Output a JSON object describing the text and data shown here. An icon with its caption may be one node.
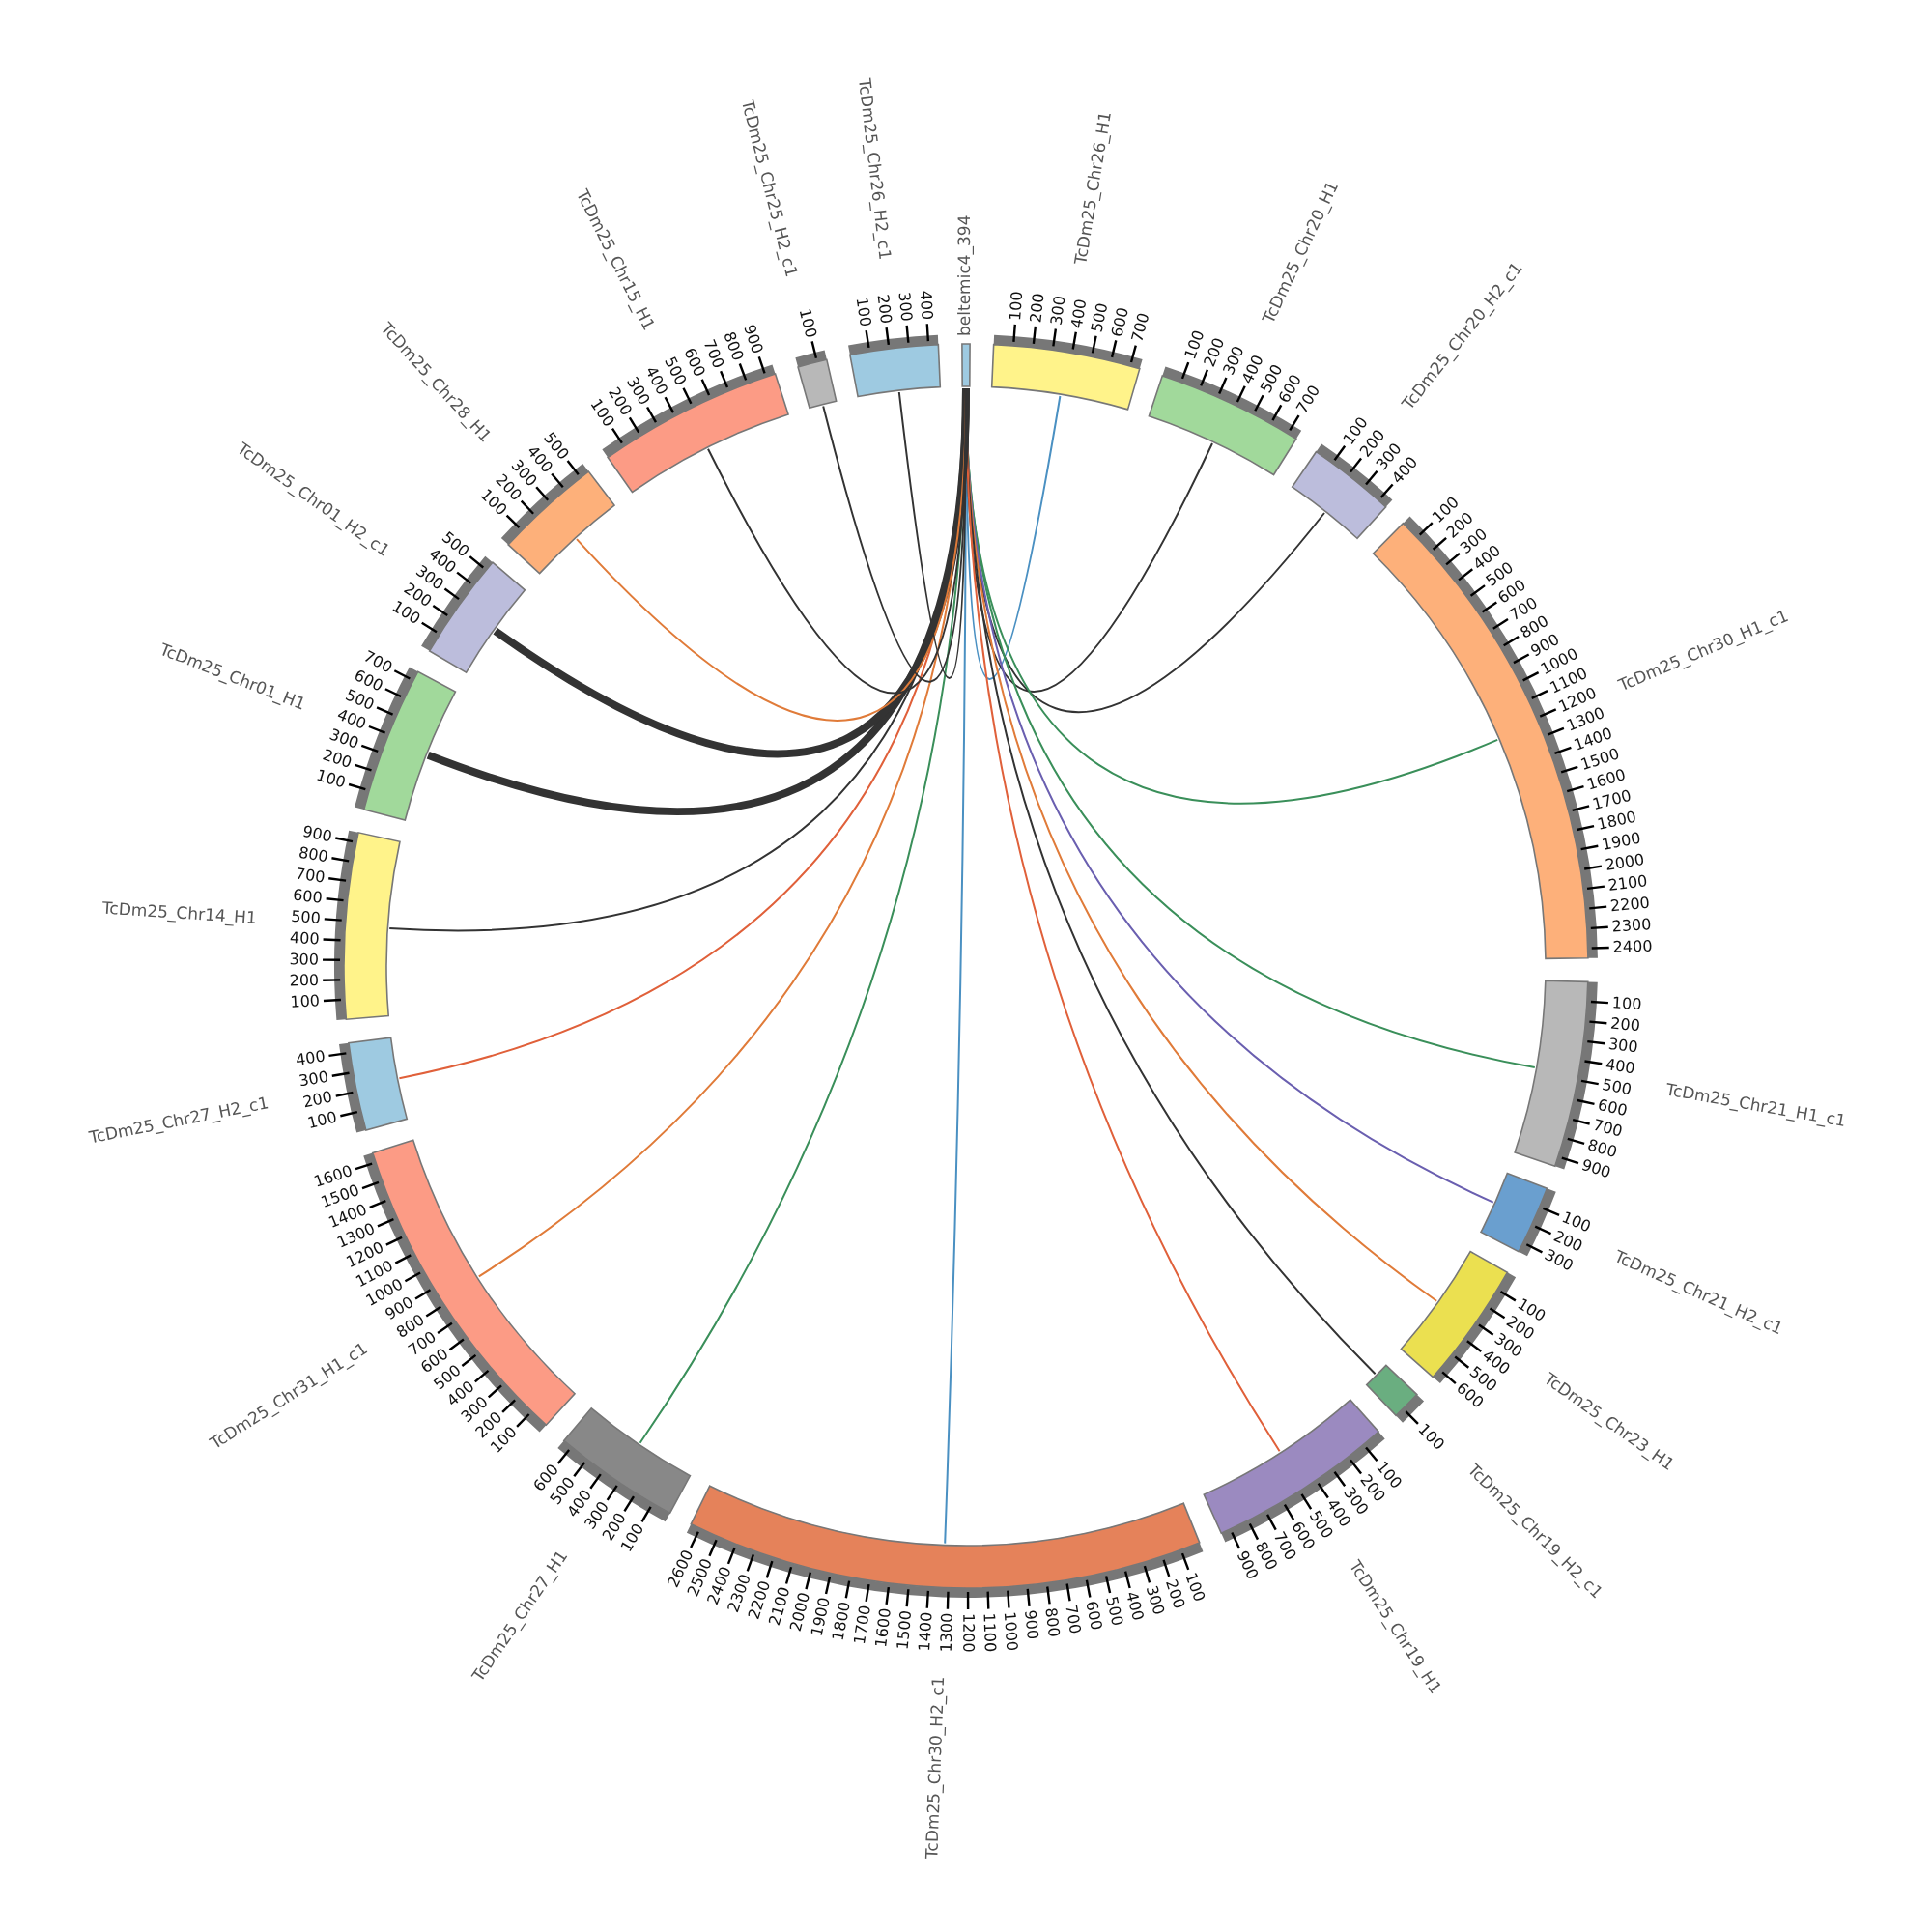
{
  "diagram": {
    "nodes": [
      {
        "text": [
          "beltemic4_394"
        ]
      },
      {
        "text": [
          "TcDm25_Chr26_H1"
        ],
        "beside": [
          "100",
          "200",
          "300",
          "400",
          "500",
          "600",
          "700"
        ]
      },
      {
        "text": [
          "TcDm25_Chr20_H1"
        ],
        "beside": [
          "100",
          "200",
          "300",
          "400",
          "500",
          "600",
          "700"
        ]
      },
      {
        "text": [
          "TcDm25_Chr20_H2_c1"
        ],
        "beside": [
          "100",
          "200",
          "300",
          "400"
        ]
      },
      {
        "text": [
          "TcDm25_Chr30_H1_c1"
        ],
        "beside": [
          "100",
          "200",
          "300",
          "400",
          "500",
          "600",
          "700",
          "800",
          "900",
          "1000",
          "1100",
          "1200",
          "1300",
          "1400",
          "1500",
          "1600",
          "1700",
          "1800",
          "1900",
          "2000",
          "2100",
          "2200",
          "2300",
          "2400"
        ]
      },
      {
        "text": [
          "TcDm25_Chr21_H1_c1"
        ],
        "beside": [
          "100",
          "200",
          "300",
          "400",
          "500",
          "600",
          "700",
          "800",
          "900"
        ]
      },
      {
        "text": [
          "TcDm25_Chr21_H2_c1"
        ],
        "beside": [
          "100",
          "200",
          "300"
        ]
      },
      {
        "text": [
          "TcDm25_Chr23_H1"
        ],
        "beside": [
          "100",
          "200",
          "300",
          "400",
          "500",
          "600"
        ]
      },
      {
        "text": [
          "TcDm25_Chr19_H2_c1"
        ],
        "beside": [
          "100"
        ]
      },
      {
        "text": [
          "TcDm25_Chr19_H1"
        ],
        "beside": [
          "100",
          "200",
          "300",
          "400",
          "500",
          "600",
          "700",
          "800",
          "900"
        ]
      },
      {
        "text": [
          "TcDm25_Chr30_H2_c1"
        ],
        "beside": [
          "100",
          "200",
          "300",
          "400",
          "500",
          "600",
          "700",
          "800",
          "900",
          "1000",
          "1100",
          "1200",
          "1300",
          "1400",
          "1500",
          "1600",
          "1700",
          "1800",
          "1900",
          "2000",
          "2100",
          "2200",
          "2300",
          "2400",
          "2500",
          "2600"
        ]
      },
      {
        "text": [
          "TcDm25_Chr27_H1"
        ],
        "beside": [
          "100",
          "200",
          "300",
          "400",
          "500",
          "600"
        ]
      },
      {
        "text": [
          "TcDm25_Chr31_H1_c1"
        ],
        "beside": [
          "100",
          "200",
          "300",
          "400",
          "500",
          "600",
          "700",
          "800",
          "900",
          "1000",
          "1100",
          "1200",
          "1300",
          "1400",
          "1500",
          "1600"
        ]
      },
      {
        "text": [
          "TcDm25_Chr27_H2_c1"
        ],
        "beside": [
          "100",
          "200",
          "300",
          "400"
        ]
      },
      {
        "text": [
          "TcDm25_Chr14_H1"
        ],
        "beside": [
          "100",
          "200",
          "300",
          "400",
          "500",
          "600",
          "700",
          "800",
          "900"
        ]
      },
      {
        "text": [
          "TcDm25_Chr01_H1"
        ],
        "beside": [
          "100",
          "200",
          "300",
          "400",
          "500",
          "600",
          "700"
        ]
      },
      {
        "text": [
          "TcDm25_Chr01_H2_c1"
        ],
        "beside": [
          "100",
          "200",
          "300",
          "400",
          "500"
        ]
      },
      {
        "text": [
          "TcDm25_Chr28_H1"
        ],
        "beside": [
          "100",
          "200",
          "300",
          "400",
          "500"
        ]
      },
      {
        "text": [
          "TcDm25_Chr15_H1"
        ],
        "beside": [
          "100",
          "200",
          "300",
          "400",
          "500",
          "600",
          "700",
          "800",
          "900"
        ]
      },
      {
        "text": [
          "TcDm25_Chr25_H2_c1"
        ],
        "beside": [
          "100"
        ]
      },
      {
        "text": [
          "TcDm25_Chr26_H2_c1"
        ],
        "beside": [
          "100",
          "200",
          "300",
          "400"
        ]
      }
    ],
    "edges": [
      {
        "from": 0,
        "to": 1,
        "arrow": "none",
        "color": "#4a90c2"
      },
      {
        "from": 0,
        "to": 2,
        "arrow": "none"
      },
      {
        "from": 0,
        "to": 3,
        "arrow": "none"
      },
      {
        "from": 0,
        "to": 4,
        "arrow": "none",
        "color": "#3a8f5a"
      },
      {
        "from": 0,
        "to": 5,
        "arrow": "none",
        "color": "#3a8f5a"
      },
      {
        "from": 0,
        "to": 6,
        "arrow": "none",
        "color": "#6a5fb0"
      },
      {
        "from": 0,
        "to": 7,
        "arrow": "none",
        "color": "#e07b39"
      },
      {
        "from": 0,
        "to": 8,
        "arrow": "none"
      },
      {
        "from": 0,
        "to": 9,
        "arrow": "none",
        "color": "#e0603a"
      },
      {
        "from": 0,
        "to": 10,
        "arrow": "none",
        "color": "#4a90c2"
      },
      {
        "from": 0,
        "to": 11,
        "arrow": "none",
        "color": "#3a8f5a"
      },
      {
        "from": 0,
        "to": 12,
        "arrow": "none",
        "color": "#e07b39"
      },
      {
        "from": 0,
        "to": 13,
        "arrow": "none",
        "color": "#e0603a"
      },
      {
        "from": 0,
        "to": 14,
        "arrow": "none"
      },
      {
        "from": 0,
        "to": 15,
        "arrow": "none",
        "style": "thick"
      },
      {
        "from": 0,
        "to": 16,
        "arrow": "none",
        "style": "thick"
      },
      {
        "from": 0,
        "to": 17,
        "arrow": "none",
        "color": "#e07b39"
      },
      {
        "from": 0,
        "to": 18,
        "arrow": "none"
      },
      {
        "from": 0,
        "to": 19,
        "arrow": "none"
      },
      {
        "from": 0,
        "to": 20,
        "arrow": "none"
      }
    ]
  }
}
